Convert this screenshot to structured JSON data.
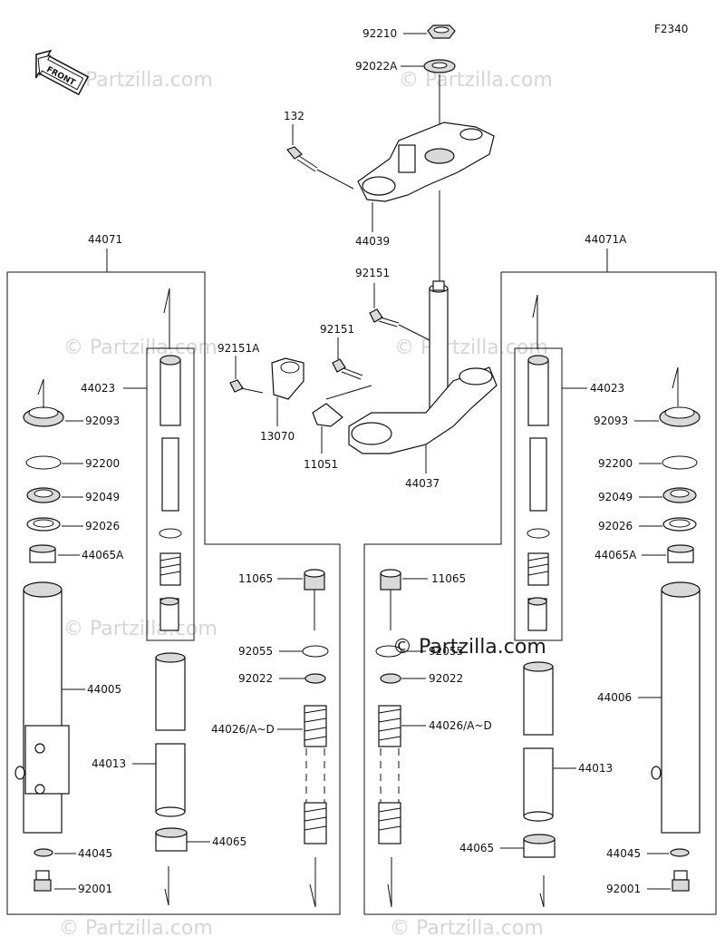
{
  "figure_code": "F2340",
  "front_badge": "FRONT",
  "watermark": "© Partzilla.com",
  "assemblies": {
    "left": "44071",
    "right": "44071A"
  },
  "labels": {
    "p92210": "92210",
    "p92022A": "92022A",
    "p132": "132",
    "p44039": "44039",
    "p92151_top": "92151",
    "p92151_mid": "92151",
    "p92151A": "92151A",
    "p13070": "13070",
    "p11051": "11051",
    "p44037": "44037",
    "L_44023": "44023",
    "L_92093": "92093",
    "L_92200": "92200",
    "L_92049": "92049",
    "L_92026": "92026",
    "L_44065A": "44065A",
    "L_44005": "44005",
    "L_44013": "44013",
    "L_44045": "44045",
    "L_92001": "92001",
    "L_11065": "11065",
    "L_92055": "92055",
    "L_92022": "92022",
    "L_44026": "44026/A~D",
    "L_44065": "44065",
    "R_44023": "44023",
    "R_92093": "92093",
    "R_92200": "92200",
    "R_92049": "92049",
    "R_92026": "92026",
    "R_44065A": "44065A",
    "R_44006": "44006",
    "R_44013": "44013",
    "R_44045": "44045",
    "R_92001": "92001",
    "R_11065": "11065",
    "R_92055": "92055",
    "R_92022": "92022",
    "R_44026": "44026/A~D",
    "R_44065": "44065"
  }
}
